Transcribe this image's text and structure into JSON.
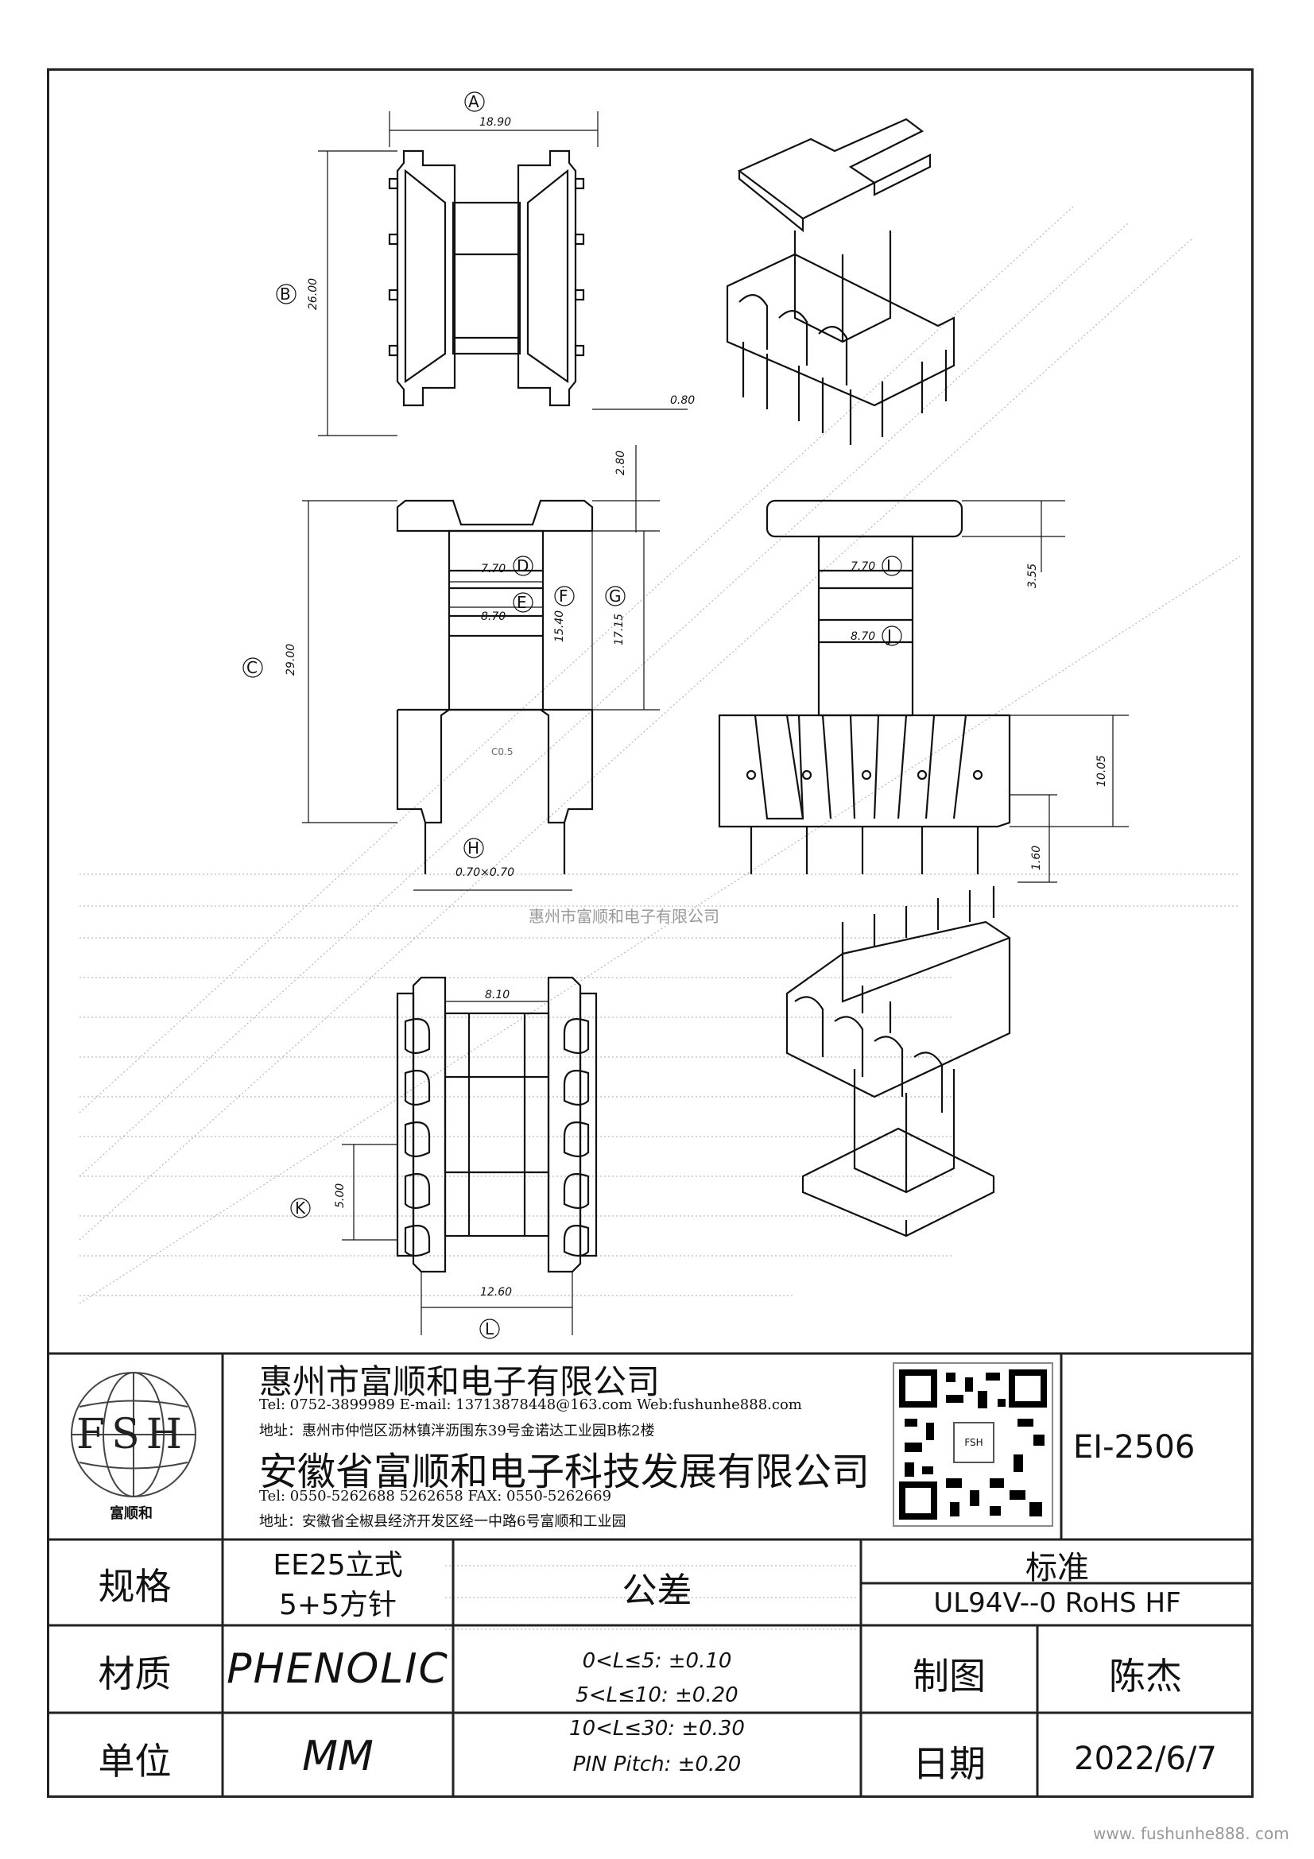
{
  "watermark_mid": "惠州市富顺和电子有限公司",
  "website_footer": "www. fushunhe888. com",
  "dimensions": {
    "A": "A",
    "B": "B",
    "C": "C",
    "D": "D",
    "E": "E",
    "F": "F",
    "G": "G",
    "H": "H",
    "I": "I",
    "J": "J",
    "K": "K",
    "L": "L",
    "width_top": "18.90",
    "height_top": "26.00",
    "pin_offset": "0.80",
    "flange_gap": "2.80",
    "total_height": "29.00",
    "d_770": "7.70",
    "e_870": "8.70",
    "f_1540": "15.40",
    "g_1715": "17.15",
    "chamfer": "C0.5",
    "pin_size": "0.70×0.70",
    "i_770": "7.70",
    "j_870": "8.70",
    "side_355": "3.55",
    "side_1005": "10.05",
    "side_160": "1.60",
    "bottom_810": "8.10",
    "bottom_500": "5.00",
    "bottom_1260": "12.60"
  },
  "logo": {
    "letters": "FSH",
    "name": "富顺和"
  },
  "company1": {
    "name": "惠州市富顺和电子有限公司",
    "contact": "Tel:  0752-3899989  E-mail: 13713878448@163.com  Web:fushunhe888.com",
    "address": "地址：惠州市仲恺区沥林镇泮沥围东39号金诺达工业园B栋2楼"
  },
  "company2": {
    "name": "安徽省富顺和电子科技发展有限公司",
    "contact": "Tel:   0550-5262688  5262658       FAX: 0550-5262669",
    "address": "地址：安徽省全椒县经济开发区经一中路6号富顺和工业园"
  },
  "qr_center": "FSH",
  "part_number": "EI-2506",
  "spec": {
    "label": "规格",
    "value_line1": "EE25立式",
    "value_line2": "5+5方针"
  },
  "material": {
    "label": "材质",
    "value": "PHENOLIC"
  },
  "unit": {
    "label": "单位",
    "value": "MM"
  },
  "tolerance": {
    "label": "公差",
    "lines": [
      "0<L≤5: ±0.10",
      "5<L≤10: ±0.20",
      "10<L≤30: ±0.30",
      "PIN Pitch: ±0.20"
    ]
  },
  "standard": {
    "label": "标准",
    "value": "UL94V--0  RoHS HF"
  },
  "drawer": {
    "label": "制图",
    "value": "陈杰"
  },
  "date": {
    "label": "日期",
    "value": "2022/6/7"
  }
}
